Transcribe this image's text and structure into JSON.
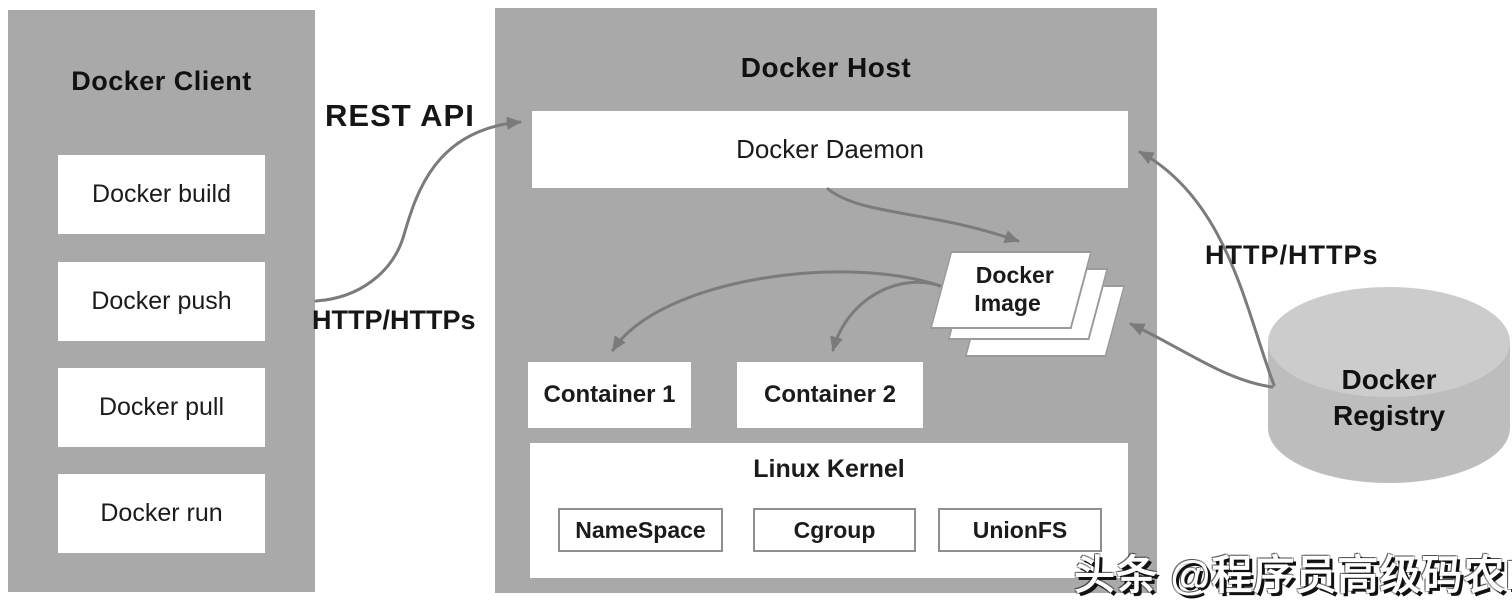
{
  "client": {
    "title": "Docker Client",
    "commands": [
      "Docker build",
      "Docker push",
      "Docker pull",
      "Docker run"
    ]
  },
  "host": {
    "title": "Docker Host",
    "daemon": "Docker Daemon",
    "image": {
      "line1": "Docker",
      "line2": "Image"
    },
    "containers": [
      "Container 1",
      "Container 2"
    ],
    "kernel": {
      "title": "Linux Kernel",
      "features": [
        "NameSpace",
        "Cgroup",
        "UnionFS"
      ]
    }
  },
  "registry": {
    "line1": "Docker",
    "line2": "Registry"
  },
  "labels": {
    "rest_api": "REST API",
    "http_client": "HTTP/HTTPs",
    "http_registry": "HTTP/HTTPs"
  },
  "watermark": "头条 @程序员高级码农II",
  "colors": {
    "panel_gray": "#a9a9a9",
    "box_white": "#ffffff",
    "arrow_gray": "#7b7b7b",
    "cylinder_body": "#bdbdbd",
    "cylinder_top": "#cccccc",
    "text_black": "#1b1b1b",
    "watermark_white": "#ffffff"
  }
}
